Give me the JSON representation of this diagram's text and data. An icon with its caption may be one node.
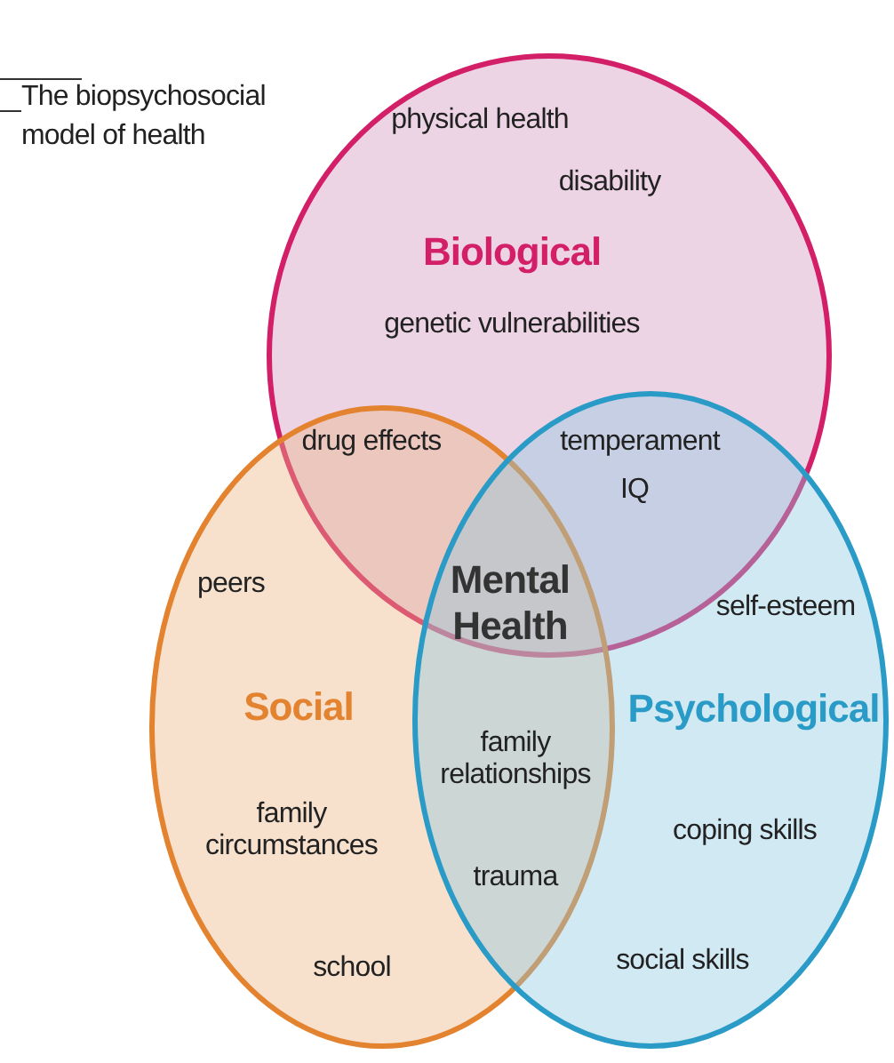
{
  "diagram": {
    "title": "The biopsychosocial model of health",
    "nodes": [
      {
        "text": [
          "Biological"
        ]
      },
      {
        "text": [
          "Social"
        ]
      },
      {
        "text": [
          "Psychological"
        ]
      }
    ],
    "labels": [
      "physical health",
      "disability",
      "genetic vulnerabilities",
      "drug effects",
      "temperament",
      "IQ",
      "peers",
      "Mental Health",
      "self-esteem",
      "family relationships",
      "family circumstances",
      "trauma",
      "coping skills",
      "school",
      "social skills"
    ]
  }
}
